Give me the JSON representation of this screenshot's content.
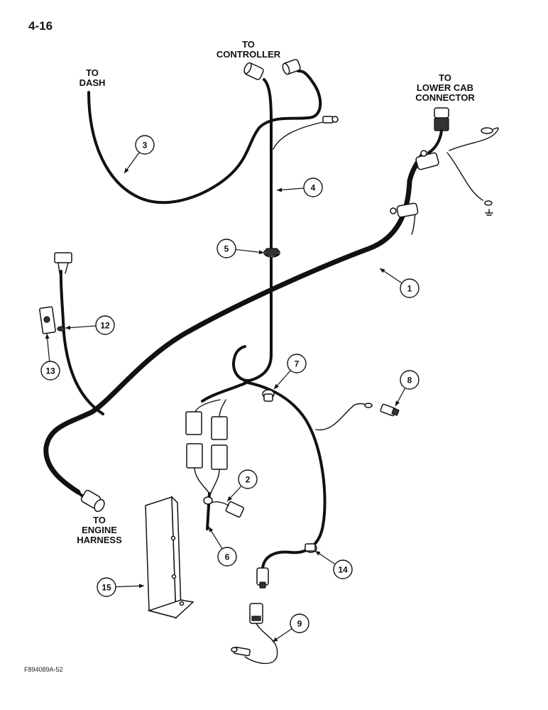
{
  "page_number": "4-16",
  "figure_id": "F894089A-52",
  "destinations": {
    "dash": [
      "TO",
      "DASH"
    ],
    "controller": [
      "TO",
      "CONTROLLER"
    ],
    "lower_cab": [
      "TO",
      "LOWER CAB",
      "CONNECTOR"
    ],
    "engine": [
      "TO",
      "ENGINE",
      "HARNESS"
    ]
  },
  "callouts": [
    "1",
    "2",
    "3",
    "4",
    "5",
    "6",
    "7",
    "8",
    "9",
    "12",
    "13",
    "14",
    "15"
  ]
}
